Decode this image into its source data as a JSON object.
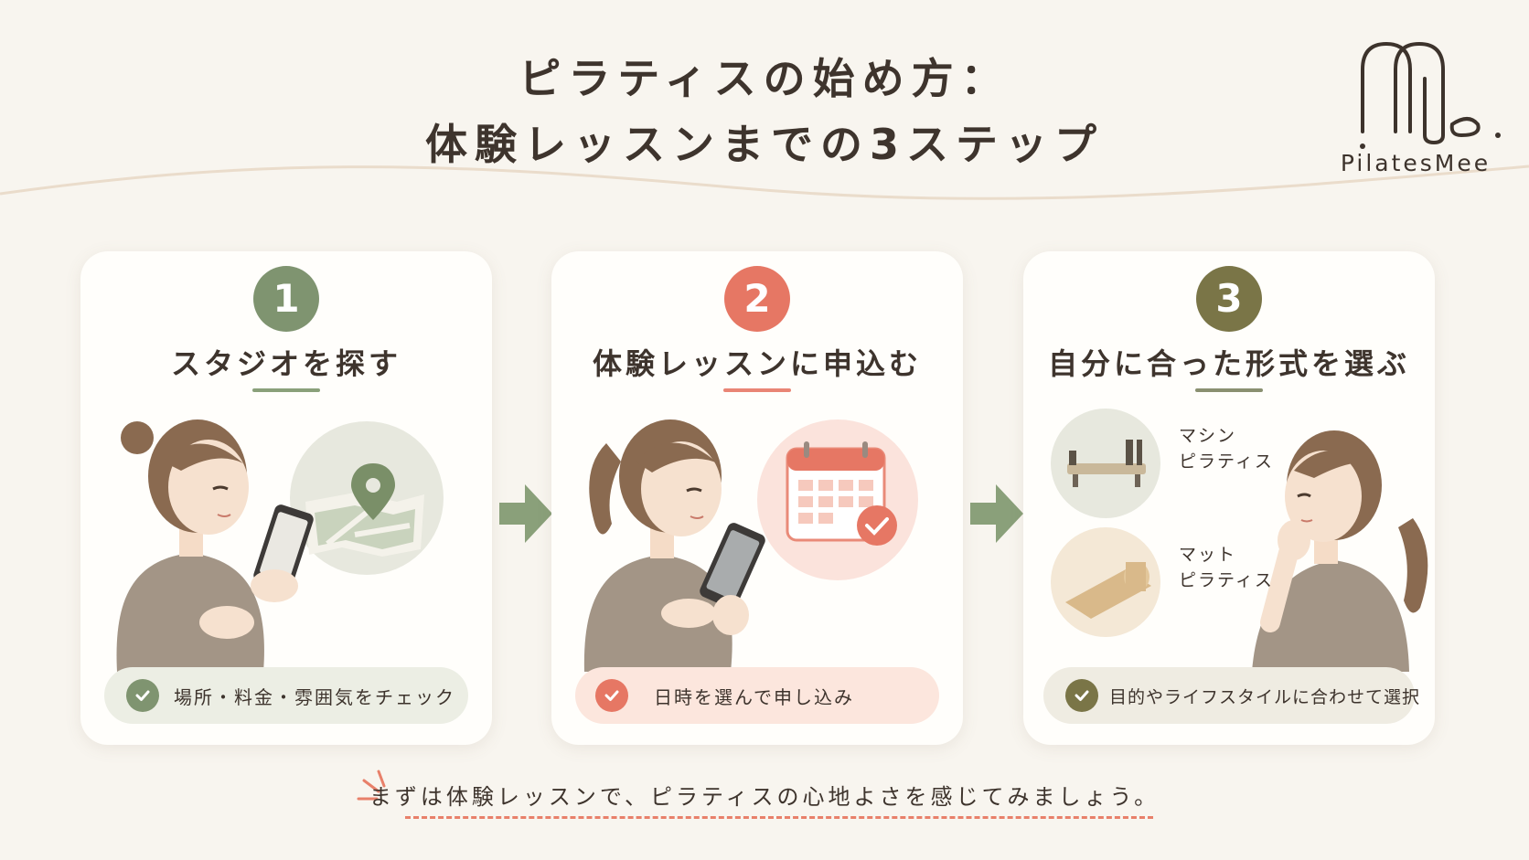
{
  "header": {
    "title_line1": "ピラティスの始め方：",
    "title_line2": "体験レッスンまでの3ステップ"
  },
  "logo": {
    "text": "PilatesMee"
  },
  "steps": [
    {
      "number": "1",
      "title": "スタジオを探す",
      "check_text": "場所・料金・雰囲気をチェック",
      "color": "#7f9470"
    },
    {
      "number": "2",
      "title": "体験レッスンに申込む",
      "check_text": "日時を選んで申し込み",
      "color": "#e67764"
    },
    {
      "number": "3",
      "title": "自分に合った形式を選ぶ",
      "check_text": "目的やライフスタイルに合わせて選択",
      "color": "#7a7547",
      "options": [
        {
          "line1": "マシン",
          "line2": "ピラティス",
          "icon": "reformer-machine-icon"
        },
        {
          "line1": "マット",
          "line2": "ピラティス",
          "icon": "rolled-mat-icon"
        }
      ]
    }
  ],
  "footer": {
    "message": "まずは体験レッスンで、ピラティスの心地よさを感じてみましょう。"
  },
  "colors": {
    "background": "#f8f5ef",
    "accent_green": "#7f9470",
    "accent_coral": "#e67764",
    "accent_olive": "#7a7547",
    "arrow": "#8aa07a"
  }
}
